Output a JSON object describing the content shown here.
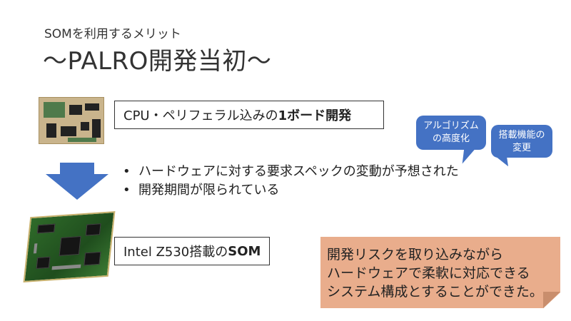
{
  "header": {
    "subtitle": "SOMを利用するメリット",
    "title": "～PALRO開発当初～"
  },
  "box1": {
    "text": "CPU・ペリフェラル込みの",
    "bold": "1ボード開発"
  },
  "box2": {
    "text": "Intel Z530搭載の",
    "bold": "SOM"
  },
  "bullets": [
    "ハードウェアに対する要求スペックの変動が予想された",
    "開発期間が限られている"
  ],
  "bubbles": {
    "a_line1": "アルゴリズム",
    "a_line2": "の高度化",
    "b_line1": "搭載機能の",
    "b_line2": "変更"
  },
  "note": {
    "line1": "開発リスクを取り込みながら",
    "line2": "ハードウェアで柔軟に対応できる",
    "line3": "システム構成とすることができた。"
  },
  "colors": {
    "arrow": "#4472c4",
    "bubble": "#4472c4",
    "note": "#e9ad8c"
  }
}
